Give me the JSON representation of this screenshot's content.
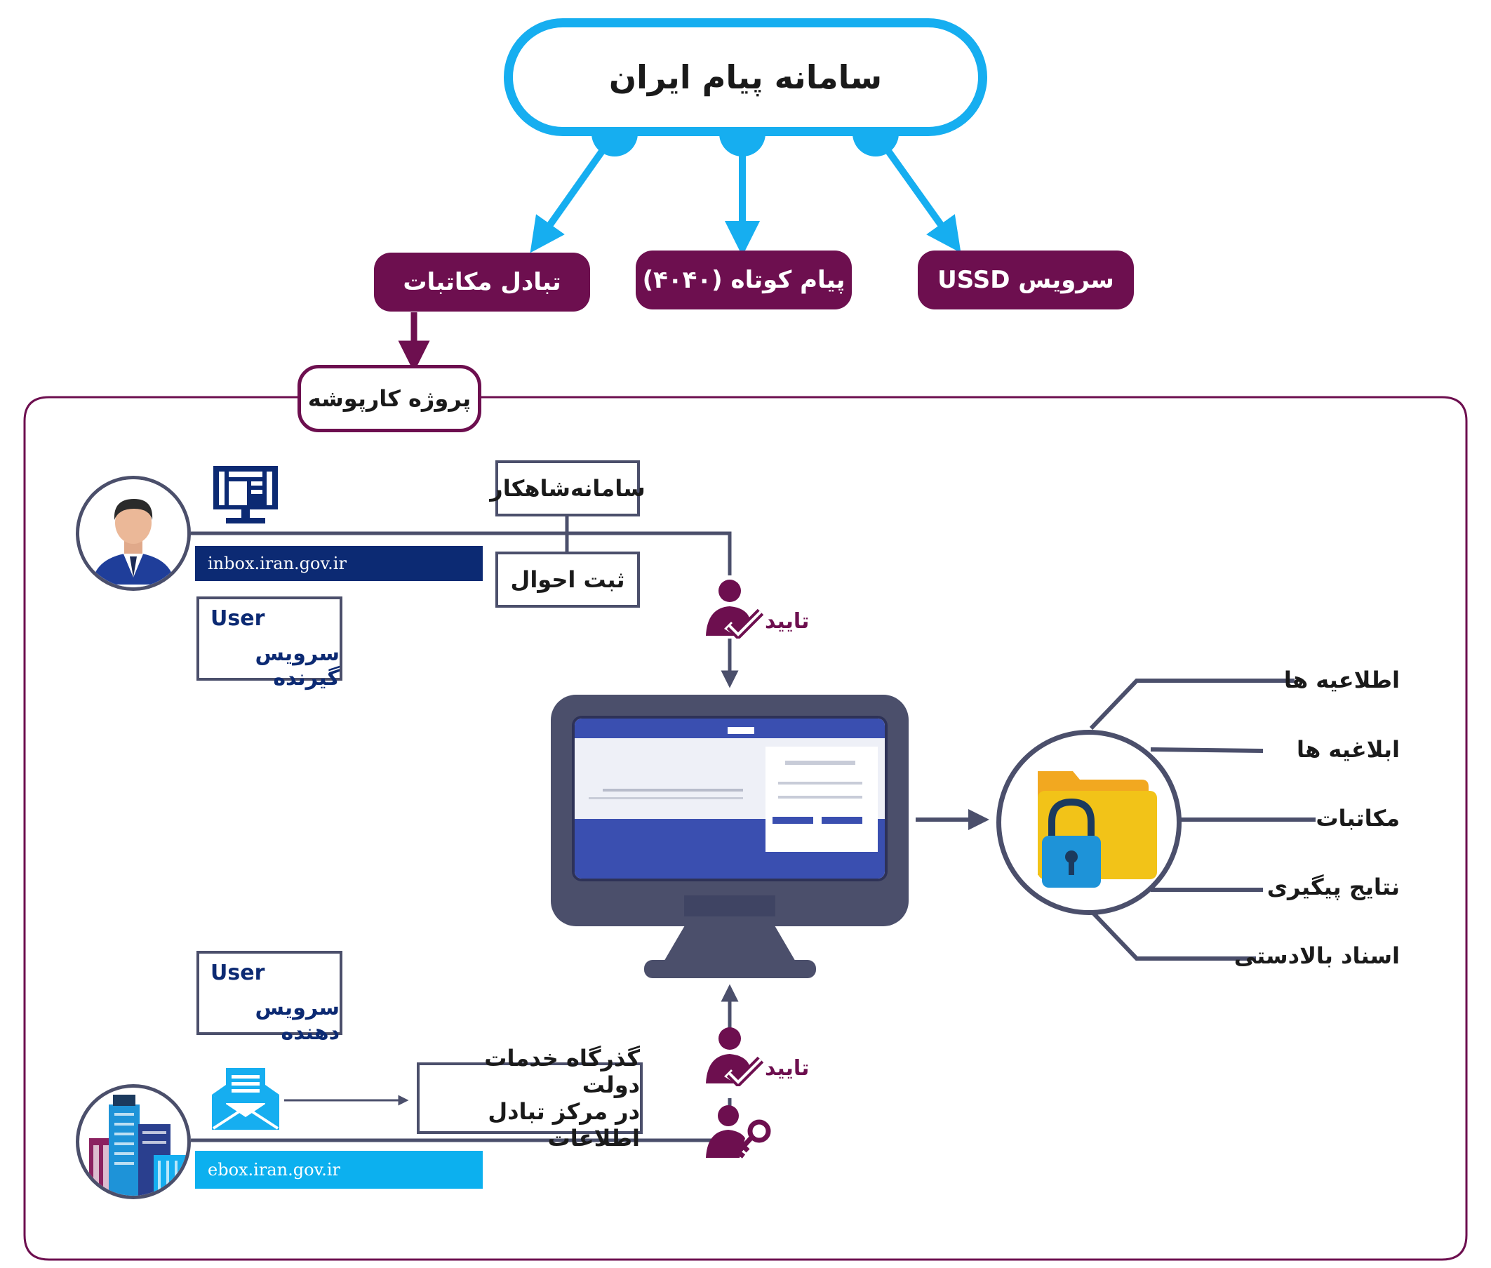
{
  "header": {
    "title": "سامانه پیام  ایران",
    "services": [
      {
        "label": "تبادل مکاتبات"
      },
      {
        "label": "پیام کوتاه (۴۰۴۰)"
      },
      {
        "label": "سرویس USSD"
      }
    ]
  },
  "project": {
    "label": "پروژه کارپوشه"
  },
  "systems": {
    "shahkar": "سامانه‌شاهکار",
    "sabt": "ثبت احوال"
  },
  "receiver": {
    "url": "inbox.iran.gov.ir",
    "role_en": "User",
    "role_fa": "سرویس گیرنده"
  },
  "provider": {
    "url": "ebox.iran.gov.ir",
    "role_en": "User",
    "role_fa": "سرویس دهنده",
    "gateway_line1": "گذرگاه خدمات دولت",
    "gateway_line2": "در مرکز تبادل اطلاعات"
  },
  "approve": {
    "top": "تایید",
    "bottom": "تایید"
  },
  "outputs": [
    {
      "label": "اطلاعیه ها"
    },
    {
      "label": "ابلاغیه ها"
    },
    {
      "label": "مکاتبات"
    },
    {
      "label": "نتایج پیگیری"
    },
    {
      "label": "اسناد بالادستی"
    }
  ],
  "colors": {
    "cyan": "#16aef0",
    "maroon": "#6d0f4f",
    "slate": "#4b4f6b",
    "navy": "#0c2a73",
    "folder": "#f2c318",
    "lock": "#1e93d8"
  }
}
